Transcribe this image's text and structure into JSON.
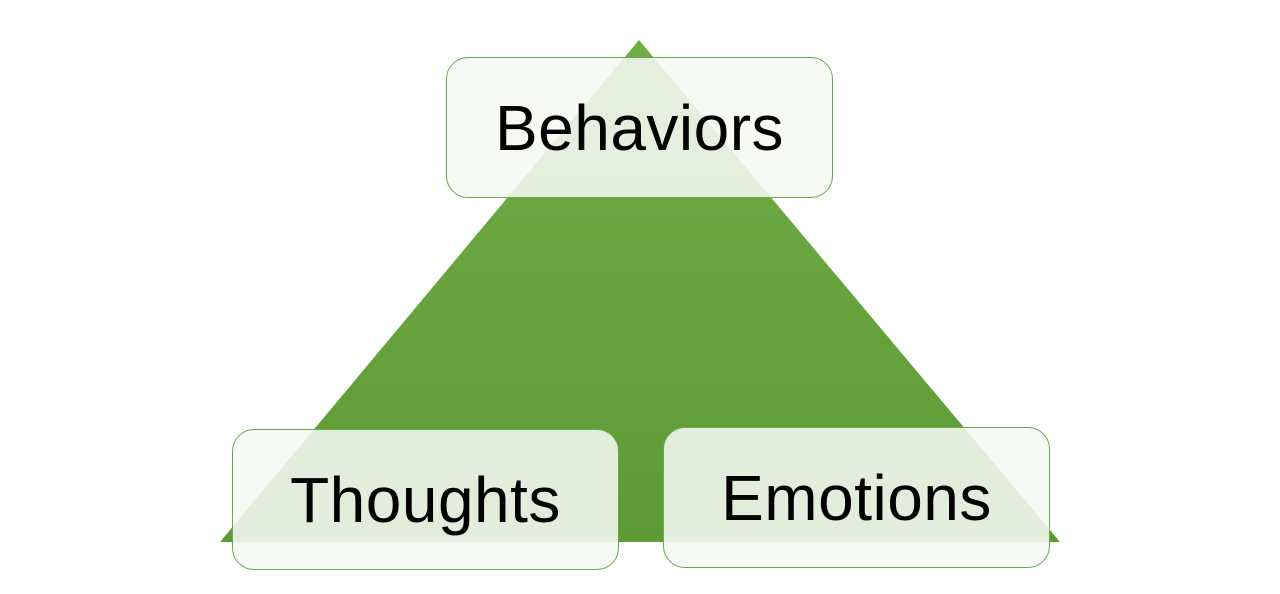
{
  "diagram": {
    "type": "triangle",
    "colors": {
      "triangle_top": "#70ad47",
      "triangle_bottom": "#5e9a35",
      "box_border": "#6aa84f",
      "box_fill": "#f4f7f1",
      "text": "#000000"
    },
    "nodes": {
      "top": {
        "label": "Behaviors"
      },
      "bottom_left": {
        "label": "Thoughts"
      },
      "bottom_right": {
        "label": "Emotions"
      }
    }
  }
}
